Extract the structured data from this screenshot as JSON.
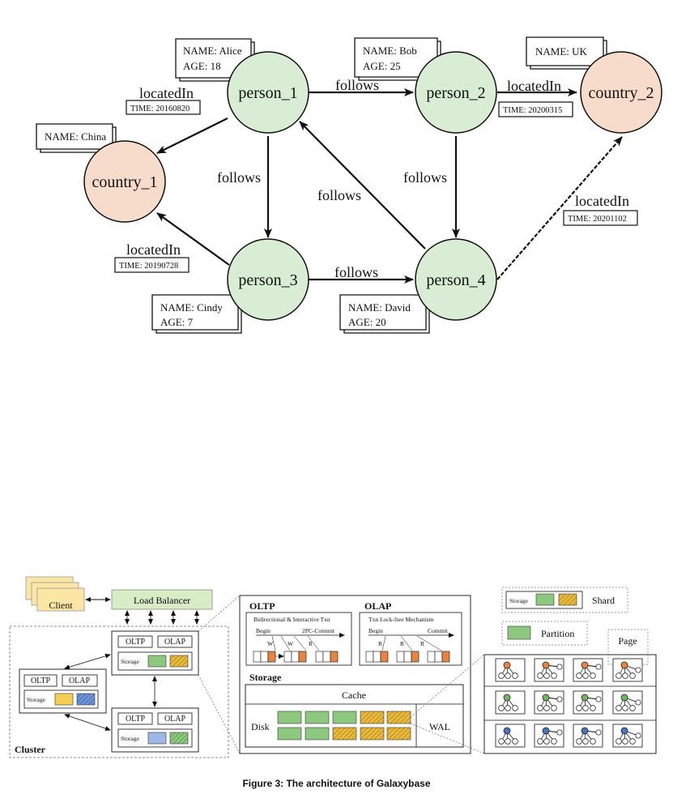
{
  "graph": {
    "nodes": {
      "person_1": "person_1",
      "person_2": "person_2",
      "person_3": "person_3",
      "person_4": "person_4",
      "country_1": "country_1",
      "country_2": "country_2"
    },
    "edge_labels": {
      "p1_p2": "follows",
      "p1_p3": "follows",
      "p2_p4": "follows",
      "p4_p1": "follows",
      "p3_p4": "follows",
      "p1_c1": "locatedIn",
      "p2_c2": "locatedIn",
      "p3_c1": "locatedIn",
      "p4_c2": "locatedIn"
    },
    "properties": {
      "alice_name": "NAME: Alice",
      "alice_age": "AGE: 18",
      "bob_name": "NAME: Bob",
      "bob_age": "AGE: 25",
      "cindy_name": "NAME: Cindy",
      "cindy_age": "AGE: 7",
      "david_name": "NAME: David",
      "david_age": "AGE: 20",
      "china": "NAME: China",
      "uk": "NAME: UK"
    },
    "times": {
      "p1_c1": "TIME: 20160820",
      "p2_c2": "TIME: 20200315",
      "p3_c1": "TIME: 20190728",
      "p4_c2": "TIME: 20201102"
    },
    "colors": {
      "person": "#d9ecd4",
      "country": "#f8dccb"
    }
  },
  "architecture": {
    "client": "Client",
    "load_balancer": "Load Balancer",
    "cluster": "Cluster",
    "oltp": "OLTP",
    "olap": "OLAP",
    "storage": "Storage",
    "oltp_title": "OLTP",
    "olap_title": "OLAP",
    "oltp_subtitle": "Bidirectional & Interactive Txn",
    "olap_subtitle": "Txn Lock-free Mechanism",
    "begin": "Begin",
    "commit_2pc": "2PC-Commit",
    "commit": "Commit",
    "w": "W",
    "r": "R",
    "storage_title": "Storage",
    "cache": "Cache",
    "disk": "Disk",
    "wal": "WAL",
    "legend_storage": "Storage",
    "shard": "Shard",
    "partition": "Partition",
    "page": "Page",
    "colors": {
      "green": "#8cc97f",
      "yellow": "#f5cf4f",
      "blue": "#9db8e6",
      "orange": "#e8843f",
      "lb": "#d8ecc6",
      "client": "#fbe6a6"
    }
  },
  "caption": "Figure 3: The architecture of Galaxybase"
}
